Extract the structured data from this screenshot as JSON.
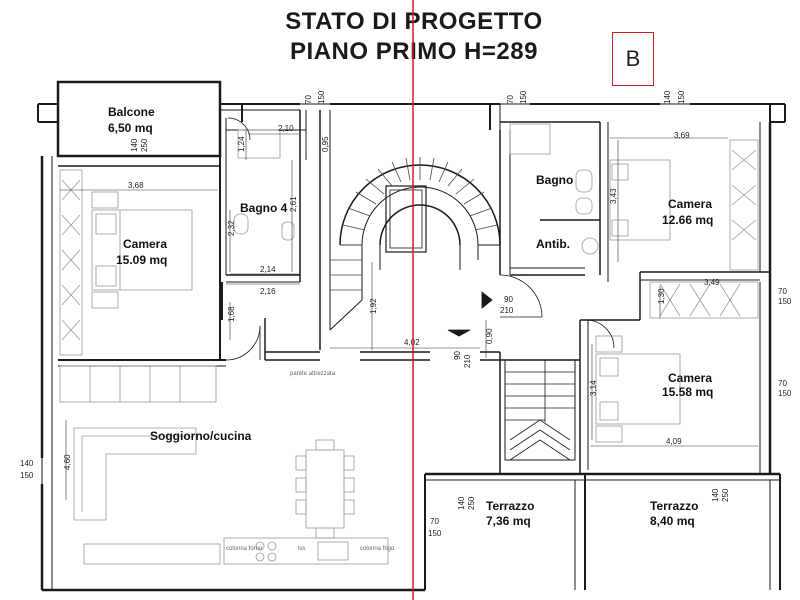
{
  "header": {
    "title_line1": "STATO DI PROGETTO",
    "title_line2": "PIANO PRIMO H=289",
    "badge": "B"
  },
  "rooms": {
    "balcone": {
      "name": "Balcone",
      "area": "6,50 mq"
    },
    "camera_left": {
      "name": "Camera",
      "area": "15.09 mq"
    },
    "bagno4": {
      "name": "Bagno 4"
    },
    "bagno": {
      "name": "Bagno"
    },
    "antib": {
      "name": "Antib."
    },
    "camera_top_right": {
      "name": "Camera",
      "area": "12.66 mq"
    },
    "camera_right": {
      "name": "Camera",
      "area": "15.58 mq"
    },
    "soggiorno": {
      "name": "Soggiorno/cucina"
    },
    "terrazzo_left": {
      "name": "Terrazzo",
      "area": "7,36 mq"
    },
    "terrazzo_right": {
      "name": "Terrazzo",
      "area": "8,40 mq"
    }
  },
  "dimensions": {
    "d_368": "3,68",
    "d_210": "2,10",
    "d_124": "1,24",
    "d_095": "0,95",
    "d_232": "2,32",
    "d_261": "2,61",
    "d_214": "2,14",
    "d_216": "2,16",
    "d_168": "1,68",
    "d_192": "1,92",
    "d_402": "4,02",
    "d_090": "0,90",
    "d_369": "3,69",
    "d_343": "3,43",
    "d_349": "3,49",
    "d_314": "3,14",
    "d_409": "4,09",
    "d_460": "4,60",
    "d_130": "1,30",
    "w_140_250_a": "140",
    "w_140_250_b": "250",
    "w_70_150_a": "70",
    "w_70_150_b": "150",
    "w_70_150_c": "70",
    "w_70_150_d": "150",
    "w_140_150_a": "140",
    "w_140_150_b": "150",
    "w_70_150_e": "70",
    "w_70_150_f": "150",
    "w_70_150_g": "70",
    "w_70_150_h": "150",
    "w_140_150_c": "140",
    "w_140_150_d": "150",
    "w_140_250_c": "140",
    "w_140_250_d": "250",
    "w_140_250_e": "140",
    "w_140_250_f": "250",
    "w_70_150_i": "70",
    "w_70_150_j": "150",
    "door_90_210_a": "90",
    "door_90_210_b": "210",
    "door_90_210_c": "90",
    "door_90_210_d": "210"
  },
  "annotations": {
    "parete": "parete attrezzata",
    "colonna_forno": "colonna forno",
    "lvs": "lvs",
    "colonna_frigo": "colonna frigo"
  },
  "colors": {
    "wall": "#1a1a1a",
    "section_line": "#c8202a",
    "furniture": "#9a9a9a"
  }
}
